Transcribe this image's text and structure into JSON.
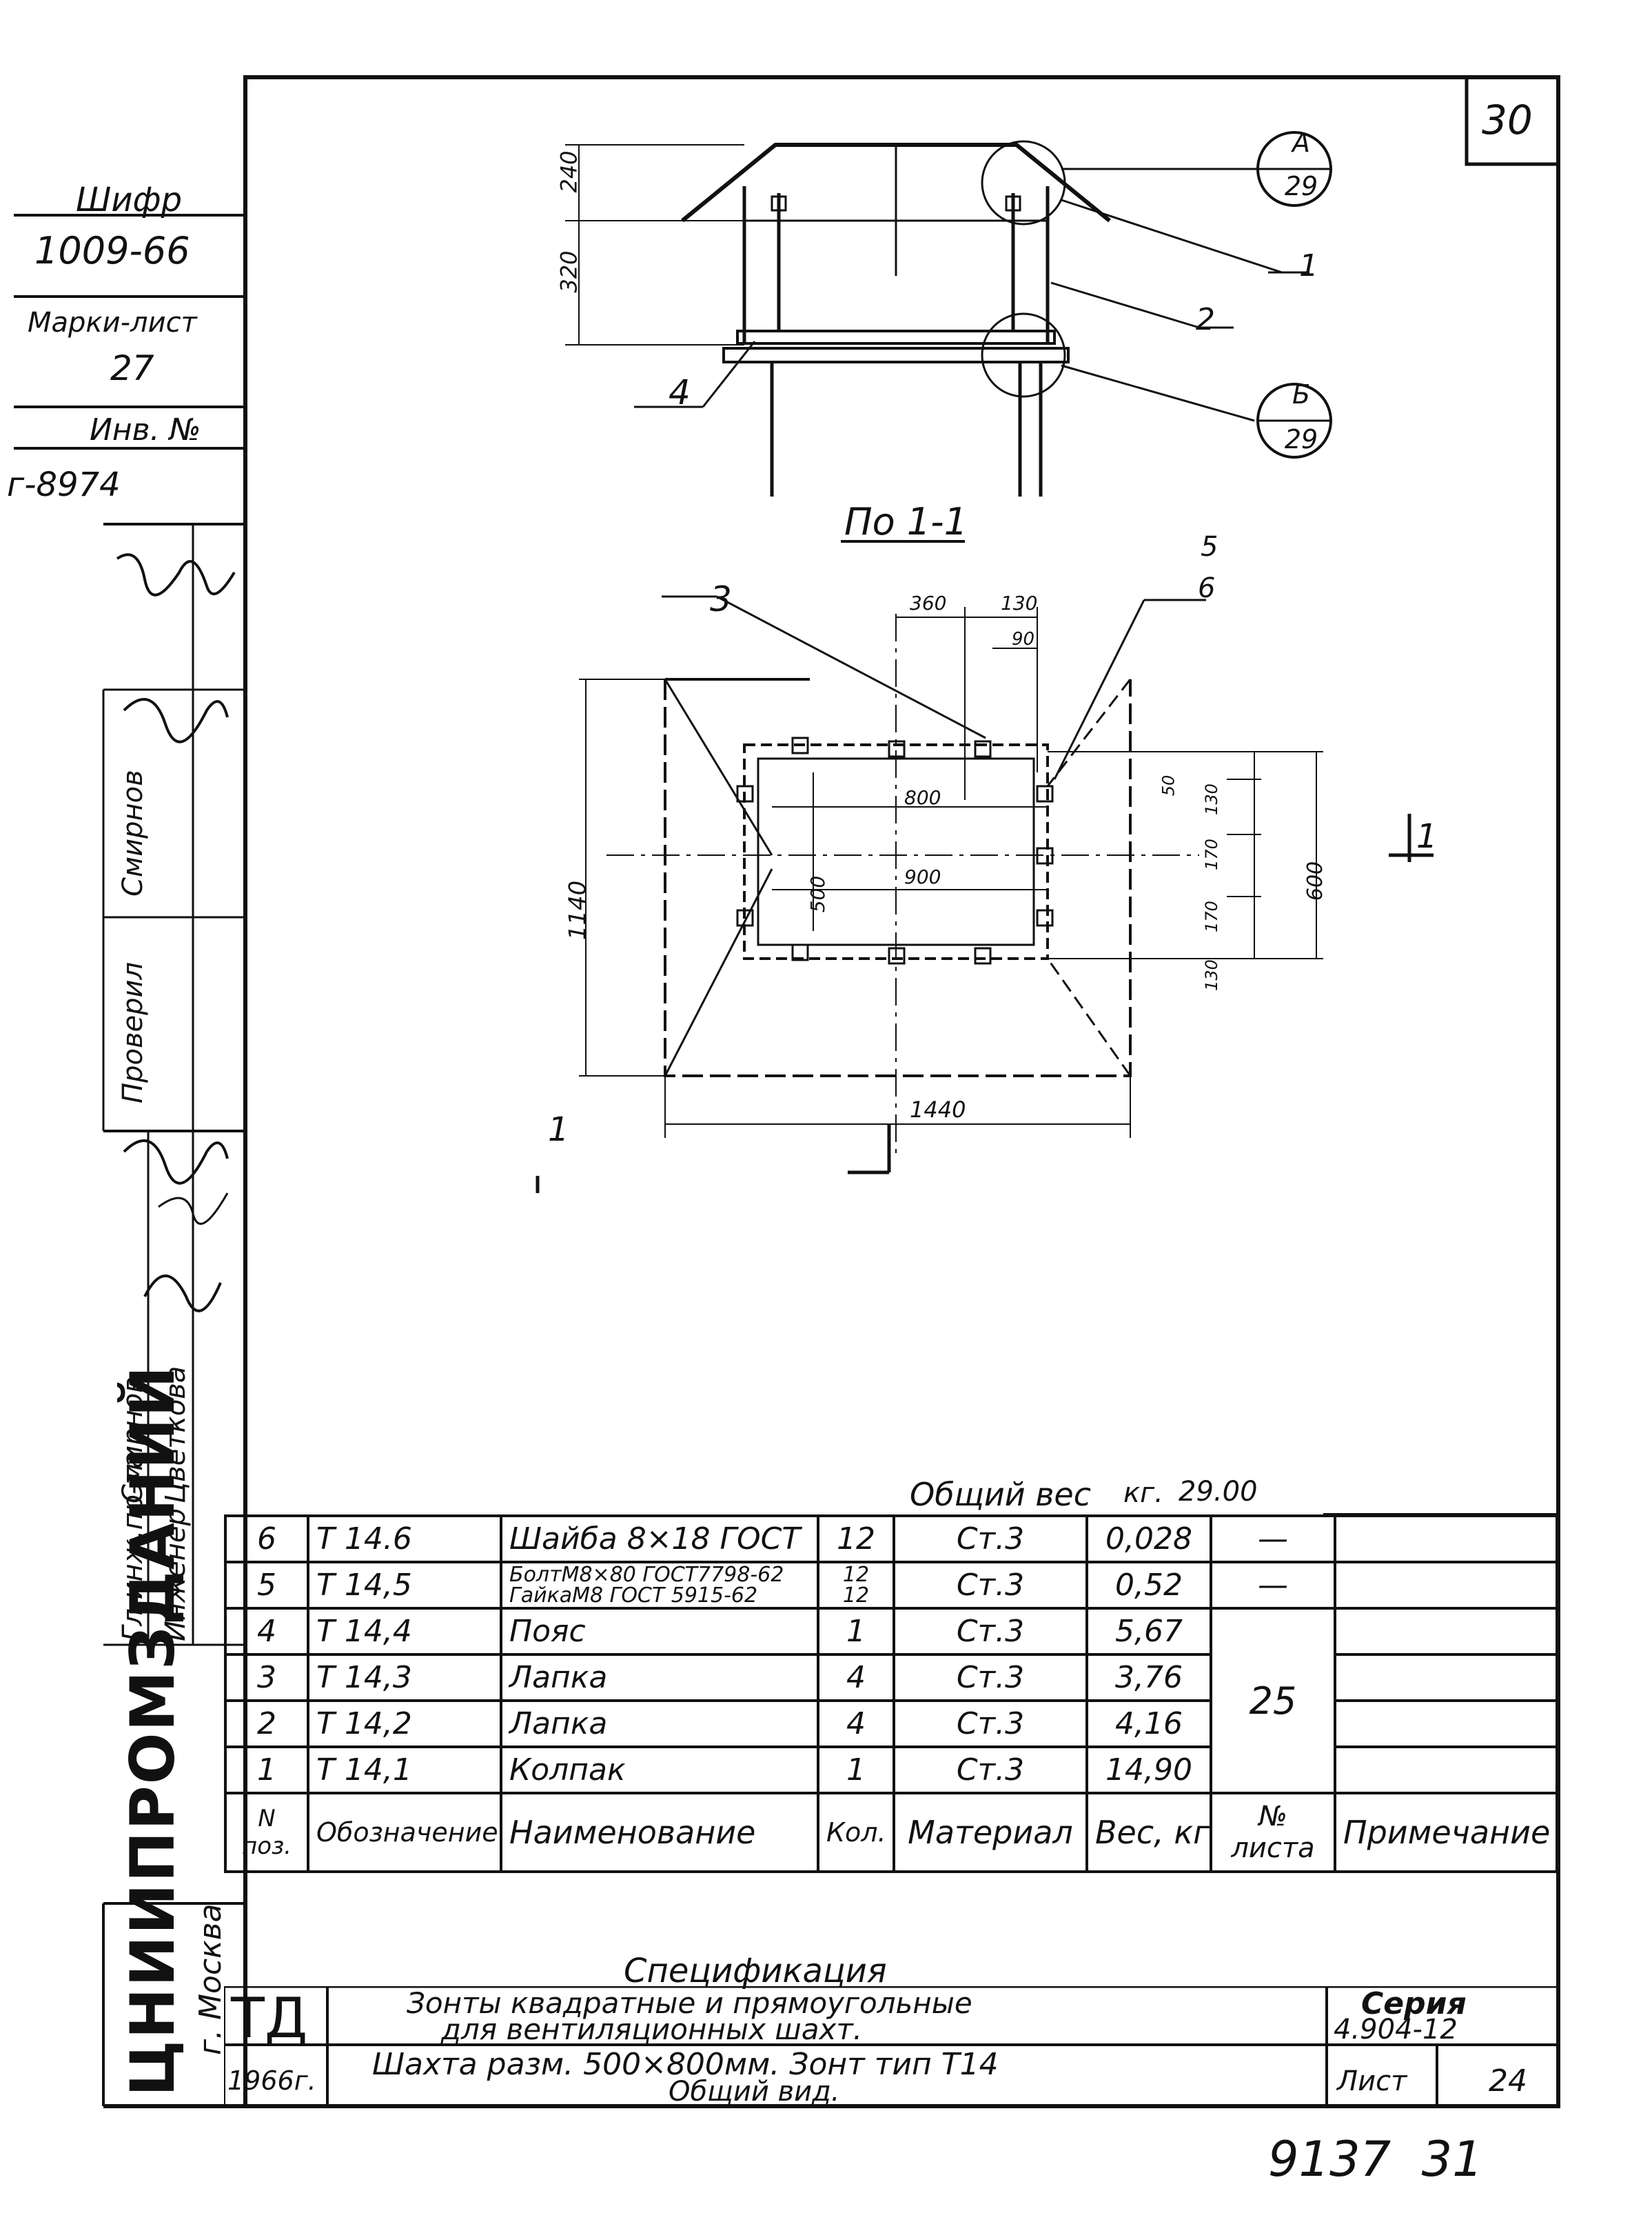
{
  "sheet_number": "30",
  "side_stamp": {
    "cipher_label": "Шифр",
    "cipher_value": "1009-66",
    "mark_sheet_label": "Марки-лист",
    "mark_sheet_value": "27",
    "inv_label": "Инв. №",
    "inv_value": "г-8974",
    "roles": [
      "Гл.инж.пр-та",
      "Инженер",
      "Проверил"
    ],
    "names": [
      "Смирнов",
      "Цветкова",
      "Смирнов"
    ],
    "organization": "ЦНИИПРОМЗДАНИЙ",
    "city": "г. Москва"
  },
  "drawing": {
    "elevation": {
      "dims": [
        "240",
        "320"
      ],
      "pos_labels": [
        "1",
        "2",
        "4"
      ],
      "callouts": [
        {
          "top": "А",
          "bottom": "29"
        },
        {
          "top": "Б",
          "bottom": "29"
        }
      ]
    },
    "plan": {
      "title": "По 1-1",
      "pos_labels": [
        "3"
      ],
      "callout": {
        "top": "5",
        "bottom": "6"
      },
      "dims": [
        "360",
        "130",
        "90",
        "800",
        "900",
        "500",
        "1140",
        "600",
        "1440",
        "50",
        "130",
        "170",
        "170",
        "130"
      ],
      "section_marks": [
        "1",
        "1"
      ]
    }
  },
  "total_weight": {
    "label": "Общий вес",
    "unit": "кг.",
    "value": "29.00"
  },
  "spec": {
    "headers": [
      "N поз.",
      "Обозначение",
      "Наименование",
      "Кол.",
      "Материал",
      "Вес, кг",
      "№ листа",
      "Примечание"
    ],
    "rows": [
      {
        "pos": "6",
        "code": "T 14.6",
        "name": "Шайба 8×18 ГОСТ",
        "qty": "12",
        "material": "Ст.3",
        "weight": "0,028",
        "sheet": "—",
        "note": ""
      },
      {
        "pos": "5",
        "code": "T 14,5",
        "name1": "БолтМ8×80 ГОСТ7798-62",
        "name2": "ГайкаМ8 ГОСТ 5915-62",
        "qty1": "12",
        "qty2": "12",
        "material": "Ст.3",
        "weight": "0,52",
        "sheet": "—",
        "note": ""
      },
      {
        "pos": "4",
        "code": "T 14,4",
        "name": "Пояс",
        "qty": "1",
        "material": "Ст.3",
        "weight": "5,67",
        "note": ""
      },
      {
        "pos": "3",
        "code": "T 14,3",
        "name": "Лапка",
        "qty": "4",
        "material": "Ст.3",
        "weight": "3,76",
        "note": ""
      },
      {
        "pos": "2",
        "code": "T 14,2",
        "name": "Лапка",
        "qty": "4",
        "material": "Ст.3",
        "weight": "4,16",
        "note": ""
      },
      {
        "pos": "1",
        "code": "T 14,1",
        "name": "Колпак",
        "qty": "1",
        "material": "Ст.3",
        "weight": "14,90",
        "note": ""
      }
    ],
    "merged_sheet": "25",
    "caption": "Спецификация"
  },
  "title_block": {
    "org_mark": "ТД",
    "title1": "Зонты квадратные и прямоугольные",
    "title2": "для вентиляционных шахт.",
    "series_label": "Серия",
    "series_value": "4.904-12",
    "year": "1966г.",
    "subtitle1": "Шахта разм. 500×800мм. Зонт тип Т14",
    "subtitle2": "Общий вид.",
    "sheet_label": "Лист",
    "sheet_value": "24"
  },
  "footer_note": "9137  31"
}
